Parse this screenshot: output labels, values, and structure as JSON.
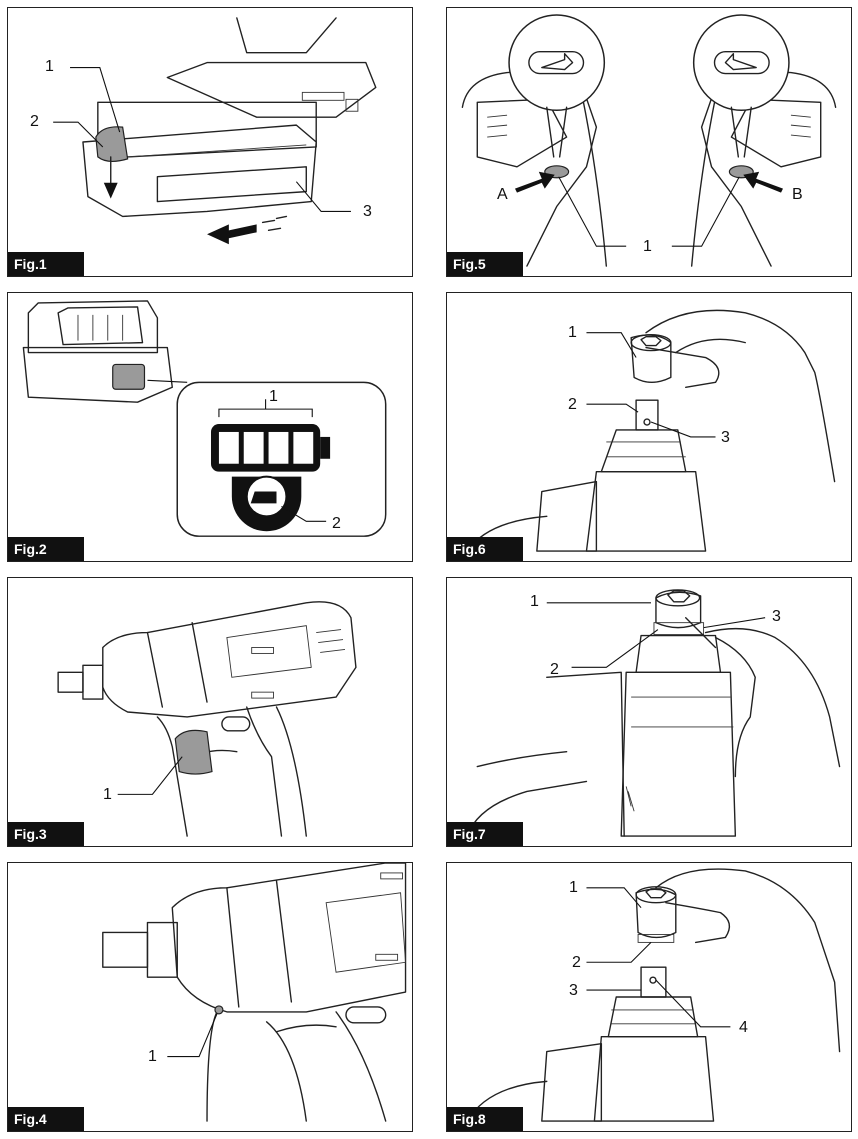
{
  "figures": [
    {
      "id": "fig1",
      "label": "Fig.1",
      "callouts": [
        "1",
        "2",
        "3"
      ]
    },
    {
      "id": "fig5",
      "label": "Fig.5",
      "callouts": [
        "A",
        "B",
        "1"
      ]
    },
    {
      "id": "fig2",
      "label": "Fig.2",
      "callouts": [
        "1",
        "2"
      ]
    },
    {
      "id": "fig6",
      "label": "Fig.6",
      "callouts": [
        "1",
        "2",
        "3"
      ]
    },
    {
      "id": "fig3",
      "label": "Fig.3",
      "callouts": [
        "1"
      ]
    },
    {
      "id": "fig7",
      "label": "Fig.7",
      "callouts": [
        "1",
        "3",
        "2"
      ]
    },
    {
      "id": "fig4",
      "label": "Fig.4",
      "callouts": [
        "1"
      ]
    },
    {
      "id": "fig8",
      "label": "Fig.8",
      "callouts": [
        "1",
        "2",
        "3",
        "4"
      ]
    }
  ]
}
